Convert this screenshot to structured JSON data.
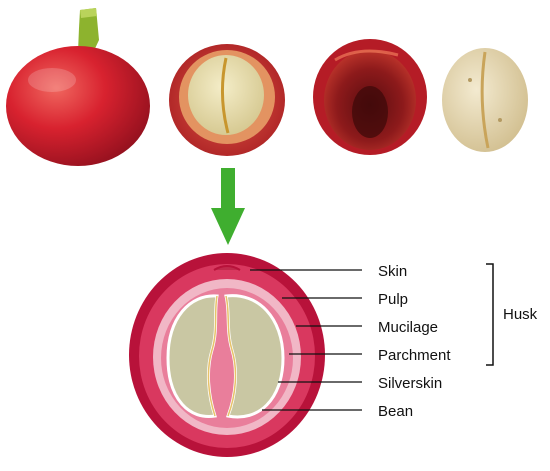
{
  "labels": {
    "skin": "Skin",
    "pulp": "Pulp",
    "mucilage": "Mucilage",
    "parchment": "Parchment",
    "silverskin": "Silverskin",
    "bean": "Bean"
  },
  "group_label": "Husk",
  "colors": {
    "skin_red": "#b8123a",
    "pulp_red": "#d9385f",
    "mucilage": "#f1b7c6",
    "bean_fill": "#c9c7a3",
    "arrow_green": "#3fae2f"
  }
}
